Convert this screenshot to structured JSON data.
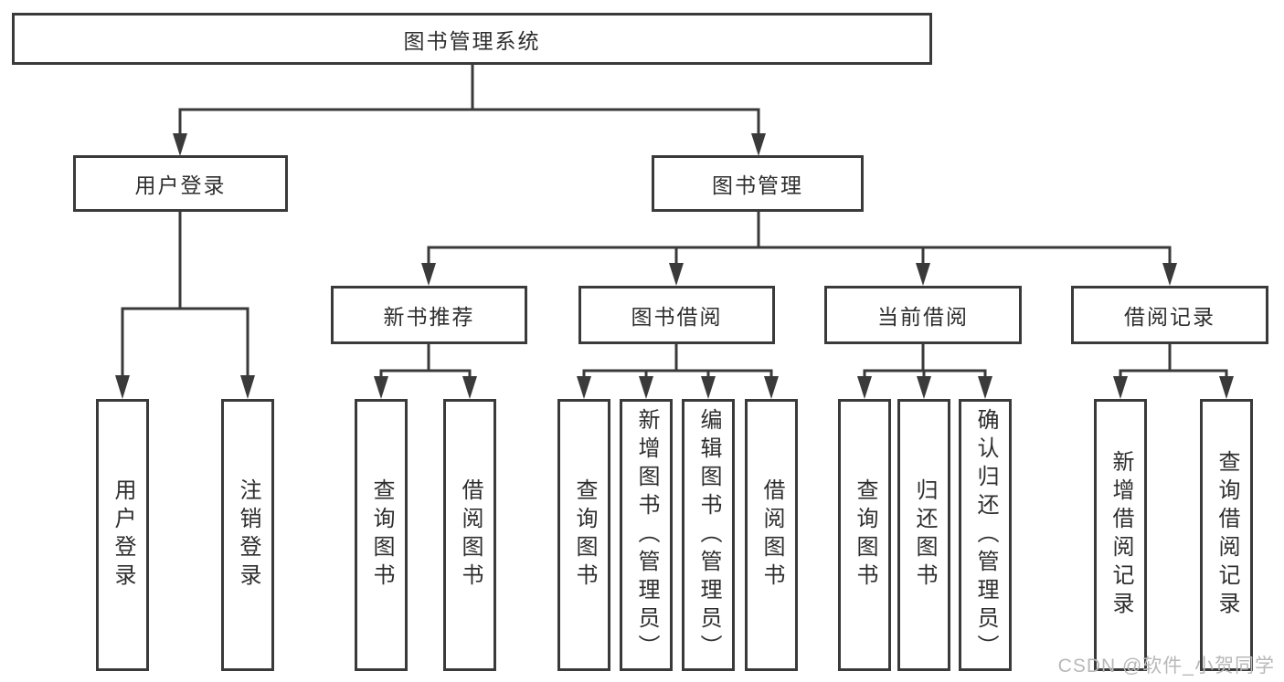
{
  "diagram": {
    "root": {
      "label": "图书管理系统"
    },
    "branches": [
      {
        "label": "用户登录",
        "children": [
          {
            "label": "用户登录"
          },
          {
            "label": "注销登录"
          }
        ]
      },
      {
        "label": "图书管理",
        "children": [
          {
            "label": "新书推荐",
            "children": [
              {
                "label": "查询图书"
              },
              {
                "label": "借阅图书"
              }
            ]
          },
          {
            "label": "图书借阅",
            "children": [
              {
                "label": "查询图书"
              },
              {
                "label": "新增图书（管理员）"
              },
              {
                "label": "编辑图书（管理员）"
              },
              {
                "label": "借阅图书"
              }
            ]
          },
          {
            "label": "当前借阅",
            "children": [
              {
                "label": "查询图书"
              },
              {
                "label": "归还图书"
              },
              {
                "label": "确认归还（管理员）"
              }
            ]
          },
          {
            "label": "借阅记录",
            "children": [
              {
                "label": "新增借阅记录"
              },
              {
                "label": "查询借阅记录"
              }
            ]
          }
        ]
      }
    ]
  },
  "watermark": {
    "text": "CSDN @软件_小贺同学"
  },
  "colors": {
    "line": "#3a3a3a",
    "text": "#2e2e2e",
    "watermark": "#b8b8b8",
    "background": "#ffffff"
  }
}
